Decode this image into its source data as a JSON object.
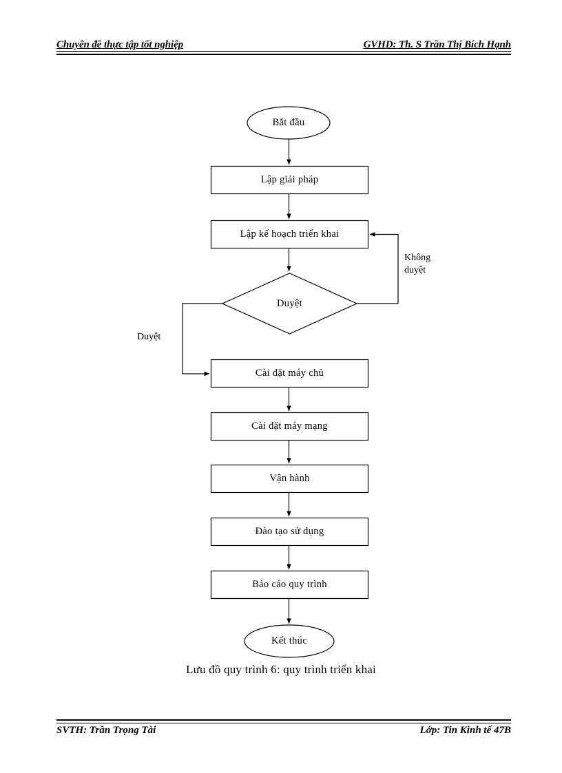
{
  "document": {
    "header": {
      "left": "Chuyên đề thực tập tốt nghiệp",
      "right": "GVHD: Th. S Trần Thị Bích Hạnh"
    },
    "footer": {
      "left": "SVTH: Trần Trọng Tài",
      "right": "Lớp: Tin Kinh tế 47B"
    },
    "caption": "Lưu đồ quy trình 6: quy trình triển khai"
  },
  "flowchart": {
    "title": "Lưu đồ quy trình 6: quy trình triển khai",
    "nodes": [
      {
        "id": "start",
        "shape": "ellipse",
        "label": "Bắt đầu"
      },
      {
        "id": "n1",
        "shape": "process",
        "label": "Lập giải pháp"
      },
      {
        "id": "n2",
        "shape": "process",
        "label": "Lập kế hoạch triển khai"
      },
      {
        "id": "decision",
        "shape": "decision",
        "label": "Duyệt"
      },
      {
        "id": "n3",
        "shape": "process",
        "label": "Cài đặt máy chủ"
      },
      {
        "id": "n4",
        "shape": "process",
        "label": "Cài đặt máy mạng"
      },
      {
        "id": "n5",
        "shape": "process",
        "label": "Vận hành"
      },
      {
        "id": "n6",
        "shape": "process",
        "label": "Đào tạo sử dụng"
      },
      {
        "id": "n7",
        "shape": "process",
        "label": "Báo cáo quy trình"
      },
      {
        "id": "end",
        "shape": "ellipse",
        "label": "Kết thúc"
      }
    ],
    "edge_labels": {
      "approved": "Duyệt",
      "rejected": "Không\nduyệt"
    },
    "colors": {
      "stroke": "#000000",
      "fill": "#ffffff",
      "text": "#000000"
    }
  }
}
